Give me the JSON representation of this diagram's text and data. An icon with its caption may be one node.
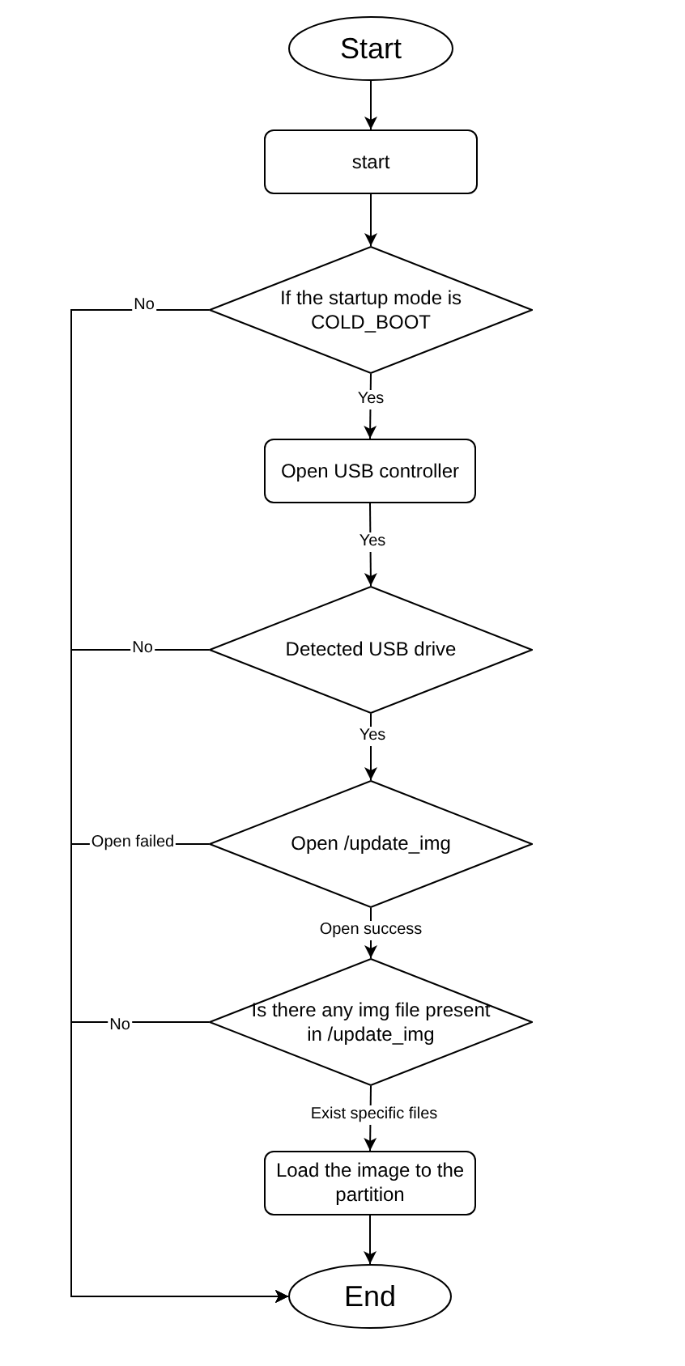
{
  "diagram": {
    "nodes": [
      {
        "text": [
          "Start"
        ]
      },
      {
        "text": [
          "start"
        ]
      },
      {
        "text": [
          "If the startup mode is COLD_BOOT"
        ]
      },
      {
        "text": [
          "Open USB controller"
        ]
      },
      {
        "text": [
          "Detected USB drive"
        ]
      },
      {
        "text": [
          "Open /update_img"
        ]
      },
      {
        "text": [
          "Is there any img file present in /update_img"
        ]
      },
      {
        "text": [
          "Load the image to the partition"
        ]
      },
      {
        "text": [
          "End"
        ]
      }
    ],
    "edges": [
      {
        "from": 0,
        "to": 1,
        "arrow": "to"
      },
      {
        "from": 1,
        "to": 2,
        "arrow": "to"
      },
      {
        "from": 2,
        "to": 3,
        "arrow": "to",
        "label": "Yes"
      },
      {
        "from": 3,
        "to": 4,
        "arrow": "to",
        "label": "Yes"
      },
      {
        "from": 4,
        "to": 5,
        "arrow": "to",
        "label": "Yes"
      },
      {
        "from": 5,
        "to": 6,
        "arrow": "to",
        "label": "Open success"
      },
      {
        "from": 6,
        "to": 7,
        "arrow": "to",
        "label": "Exist specific files"
      },
      {
        "from": 7,
        "to": 8,
        "arrow": "to"
      },
      {
        "from": 2,
        "to": 8,
        "arrow": "to",
        "label": "No"
      },
      {
        "from": 4,
        "to": 8,
        "arrow": "to",
        "label": "No"
      },
      {
        "from": 5,
        "to": 8,
        "arrow": "to",
        "label": "Open failed"
      },
      {
        "from": 6,
        "to": 8,
        "arrow": "to",
        "label": "No"
      }
    ]
  }
}
